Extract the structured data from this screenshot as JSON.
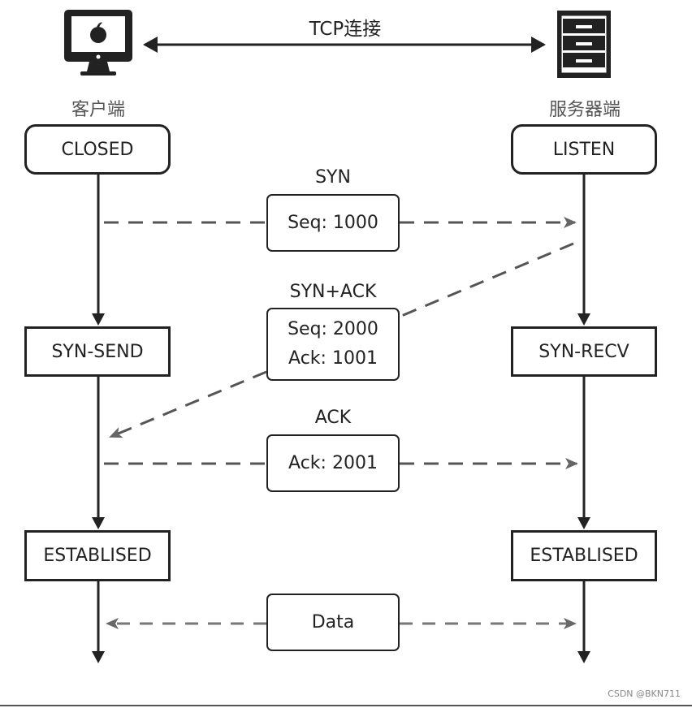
{
  "title": "TCP连接",
  "client": {
    "label": "客户端",
    "icon": "apple-computer-icon"
  },
  "server": {
    "label": "服务器端",
    "icon": "server-cabinet-icon"
  },
  "states": {
    "client": [
      "CLOSED",
      "SYN-SEND",
      "ESTABLISED"
    ],
    "server": [
      "LISTEN",
      "SYN-RECV",
      "ESTABLISED"
    ]
  },
  "messages": [
    {
      "name": "SYN",
      "lines": [
        "Seq: 1000"
      ],
      "direction": "client-to-server"
    },
    {
      "name": "SYN+ACK",
      "lines": [
        "Seq: 2000",
        "Ack: 1001"
      ],
      "direction": "server-to-client"
    },
    {
      "name": "ACK",
      "lines": [
        "Ack: 2001"
      ],
      "direction": "client-to-server"
    },
    {
      "name": "",
      "lines": [
        "Data"
      ],
      "direction": "bidirectional"
    }
  ],
  "watermark": "CSDN @BKN711",
  "colors": {
    "line": "#222222",
    "dashed": "#555555",
    "data_arrow": "#777777"
  }
}
